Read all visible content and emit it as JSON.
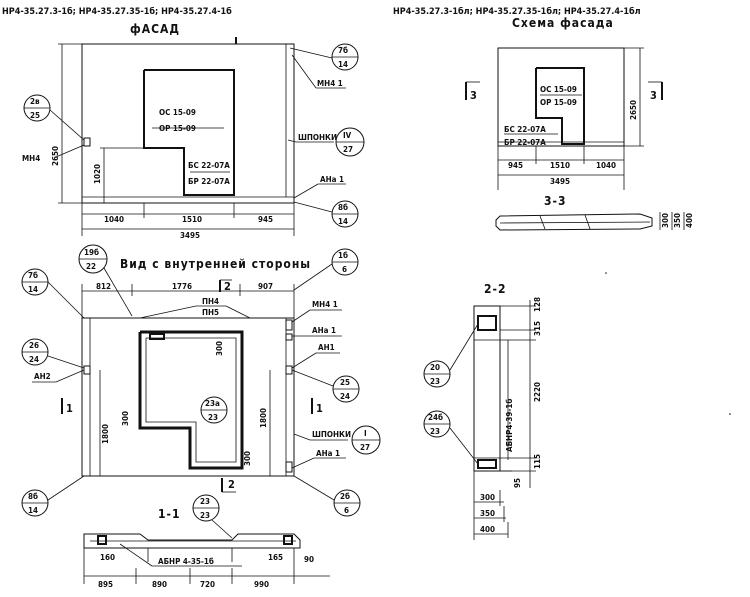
{
  "headers": {
    "left": "НР4-35.27.3-1б; НР4-35.27.35-1б; НР4-35.27.4-1б",
    "right": "НР4-35.27.3-1бл; НР4-35.27.35-1бл; НР4-35.27.4-1бл"
  },
  "titles": {
    "facade": "фАСАД",
    "facade_scheme": "Схема фасада",
    "inner_view": "Вид с внутренней стороны",
    "sec_11": "1-1",
    "sec_22": "2-2",
    "sec_33": "3-3"
  },
  "facade": {
    "window_top": "ОС 15-09",
    "window_bottom": "ОР 15-09",
    "door_top": "БС 22-07А",
    "door_bottom": "БР 22-07А",
    "mn4": "МН4",
    "mn41": "МН4 1",
    "shponki": "ШПОНКИ",
    "ana1": "АНа 1",
    "dim_2650": "2650",
    "dim_1020": "1020",
    "dims_bottom": [
      "1040",
      "1510",
      "945"
    ],
    "dim_total": "3495",
    "bub_2b_top": "2в",
    "bub_2b_bot": "25",
    "bub_7b_top": "7б",
    "bub_7b_bot": "14",
    "bub_IV_top": "IV",
    "bub_IV_bot": "27",
    "bub_8b_top": "8б",
    "bub_8b_bot": "14"
  },
  "scheme": {
    "window_top": "ОС 15-09",
    "window_bottom": "ОР 15-09",
    "door_top": "БС 22-07А",
    "door_bottom": "БР 22-07А",
    "dim_2650": "2650",
    "dims_bottom": [
      "945",
      "1510",
      "1040"
    ],
    "dim_total": "3495",
    "cut_left": "3",
    "cut_right": "3"
  },
  "section33": {
    "dims": [
      "300",
      "350",
      "400"
    ]
  },
  "inner": {
    "dims_top": [
      "812",
      "1776",
      "907"
    ],
    "pn4": "ПН4",
    "pn5": "ПН5",
    "mn41": "МН4 1",
    "ana1": "АНа 1",
    "an1": "АН1",
    "an2": "АН2",
    "shponki": "ШПОНКИ",
    "ana1_b": "АНа 1",
    "dim_1800_l": "1800",
    "dim_1800_r": "1800",
    "dim_300_a": "300",
    "dim_300_b": "300",
    "dim_300_c": "300",
    "cut1_l": "1",
    "cut1_r": "1",
    "cut2_top": "2",
    "cut2_bot": "2",
    "bub_19b_top": "19б",
    "bub_19b_bot": "22",
    "bub_7b_top": "7б",
    "bub_7b_bot": "14",
    "bub_1b_top": "1б",
    "bub_1b_bot": "6",
    "bub_26_top": "26",
    "bub_26_bot": "24",
    "bub_25_top": "25",
    "bub_25_bot": "24",
    "bub_23a_top": "23а",
    "bub_23a_bot": "23",
    "bub_I_top": "I",
    "bub_I_bot": "27",
    "bub_8b_top": "8б",
    "bub_8b_bot": "14",
    "bub_2b_top": "2б",
    "bub_2b_bot": "6"
  },
  "section11": {
    "bub_23_top": "23",
    "bub_23_bot": "23",
    "label": "АБНР 4-35-1б",
    "dim_160": "160",
    "dim_165": "165",
    "dim_90": "90",
    "dims_bottom": [
      "895",
      "890",
      "720",
      "990"
    ]
  },
  "section22": {
    "label": "АБНР4-39-1б",
    "dim_128": "128",
    "dim_315": "315",
    "dim_2220": "2220",
    "dim_115": "115",
    "dim_95": "95",
    "dims_bottom": [
      "300",
      "350",
      "400"
    ],
    "bub_20_top": "20",
    "bub_20_bot": "23",
    "bub_24b_top": "24б",
    "bub_24b_bot": "23"
  }
}
